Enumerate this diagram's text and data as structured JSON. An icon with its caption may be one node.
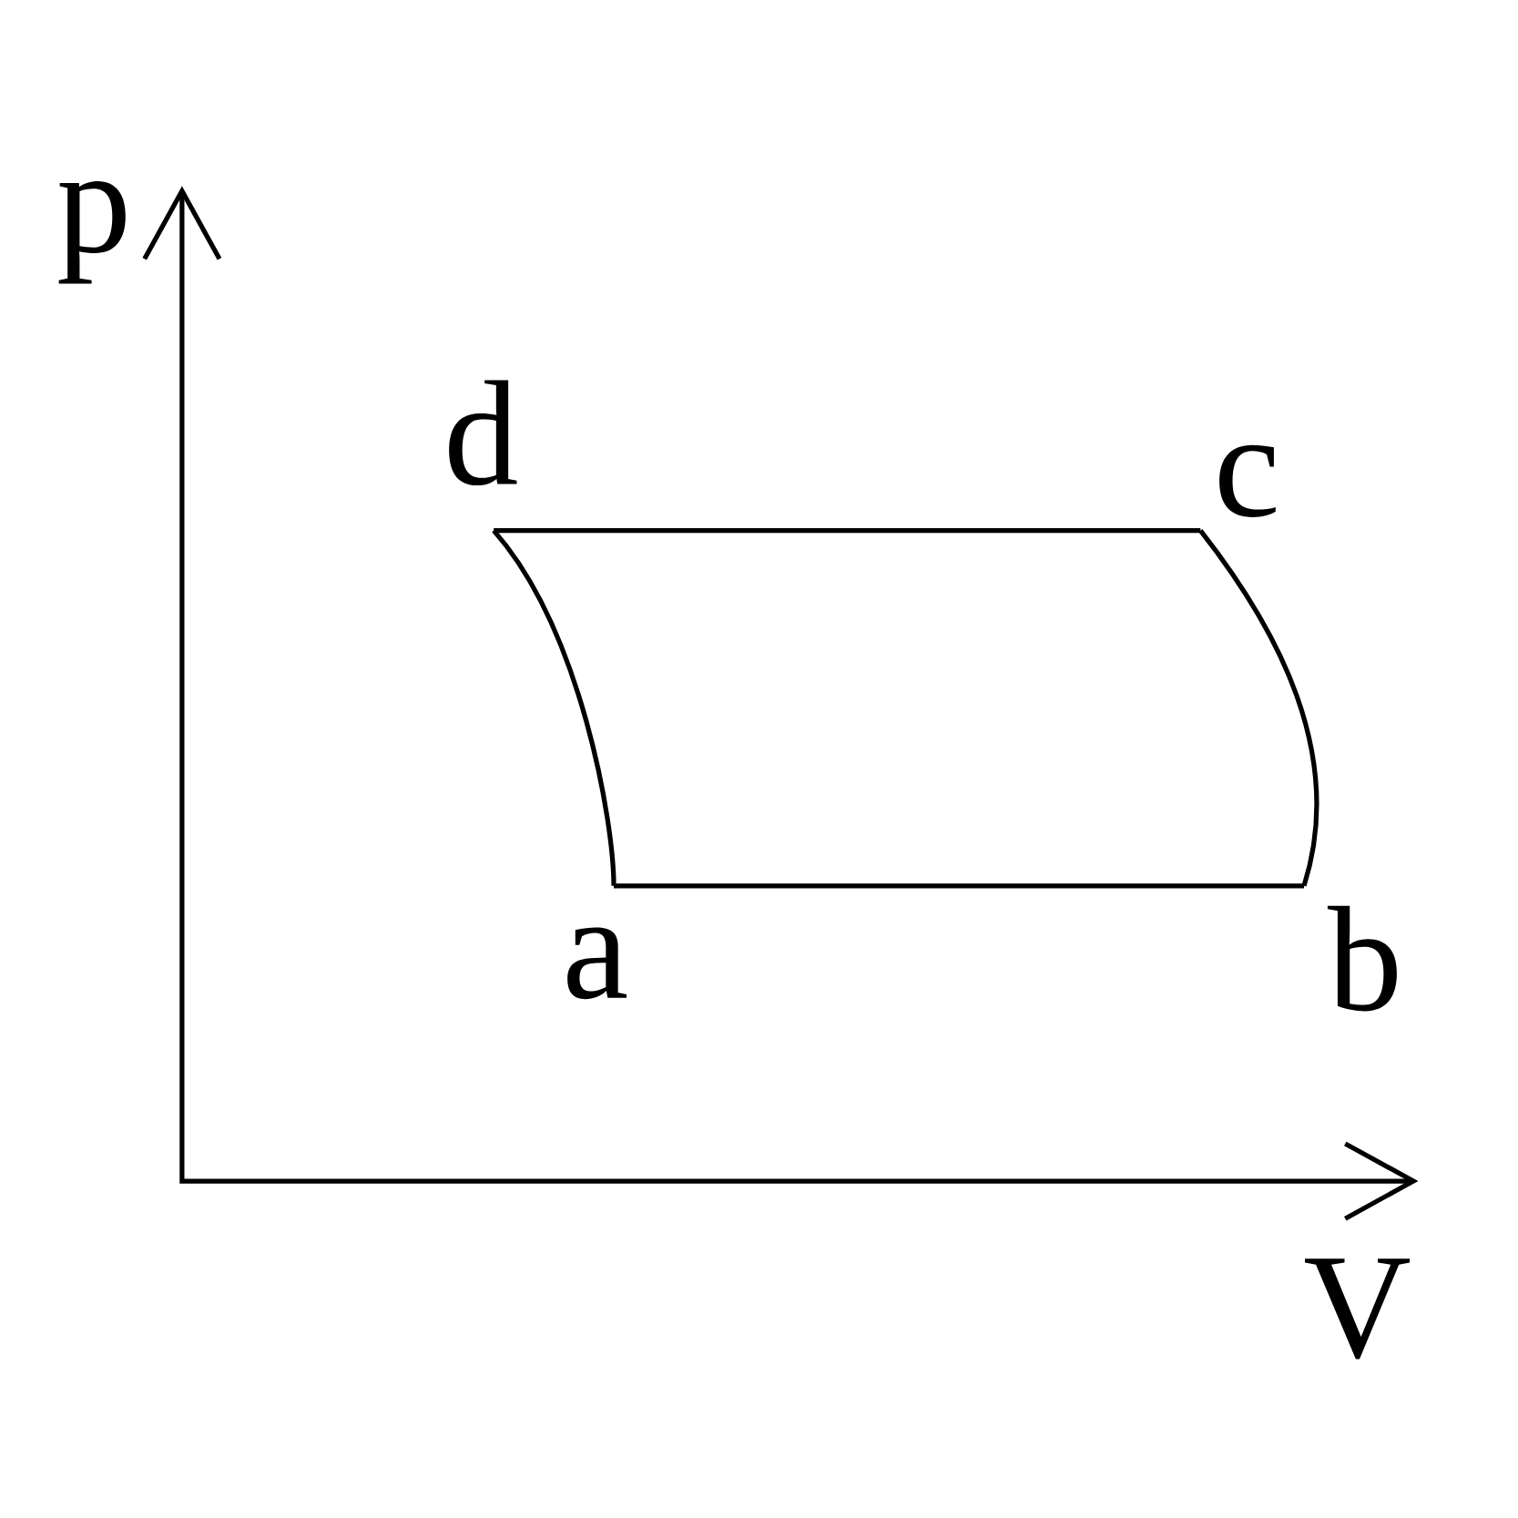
{
  "diagram": {
    "nodes": [
      {
        "text": [
          "d"
        ]
      },
      {
        "text": [
          "c"
        ]
      },
      {
        "text": [
          "a"
        ]
      },
      {
        "text": [
          "b"
        ]
      }
    ],
    "edges": [
      {
        "from": 2,
        "to": 3,
        "arrow": "none"
      },
      {
        "from": 3,
        "to": 1,
        "arrow": "none"
      },
      {
        "from": 1,
        "to": 0,
        "arrow": "none"
      },
      {
        "from": 0,
        "to": 2,
        "arrow": "none"
      }
    ],
    "labels": [
      "p",
      "V"
    ]
  }
}
